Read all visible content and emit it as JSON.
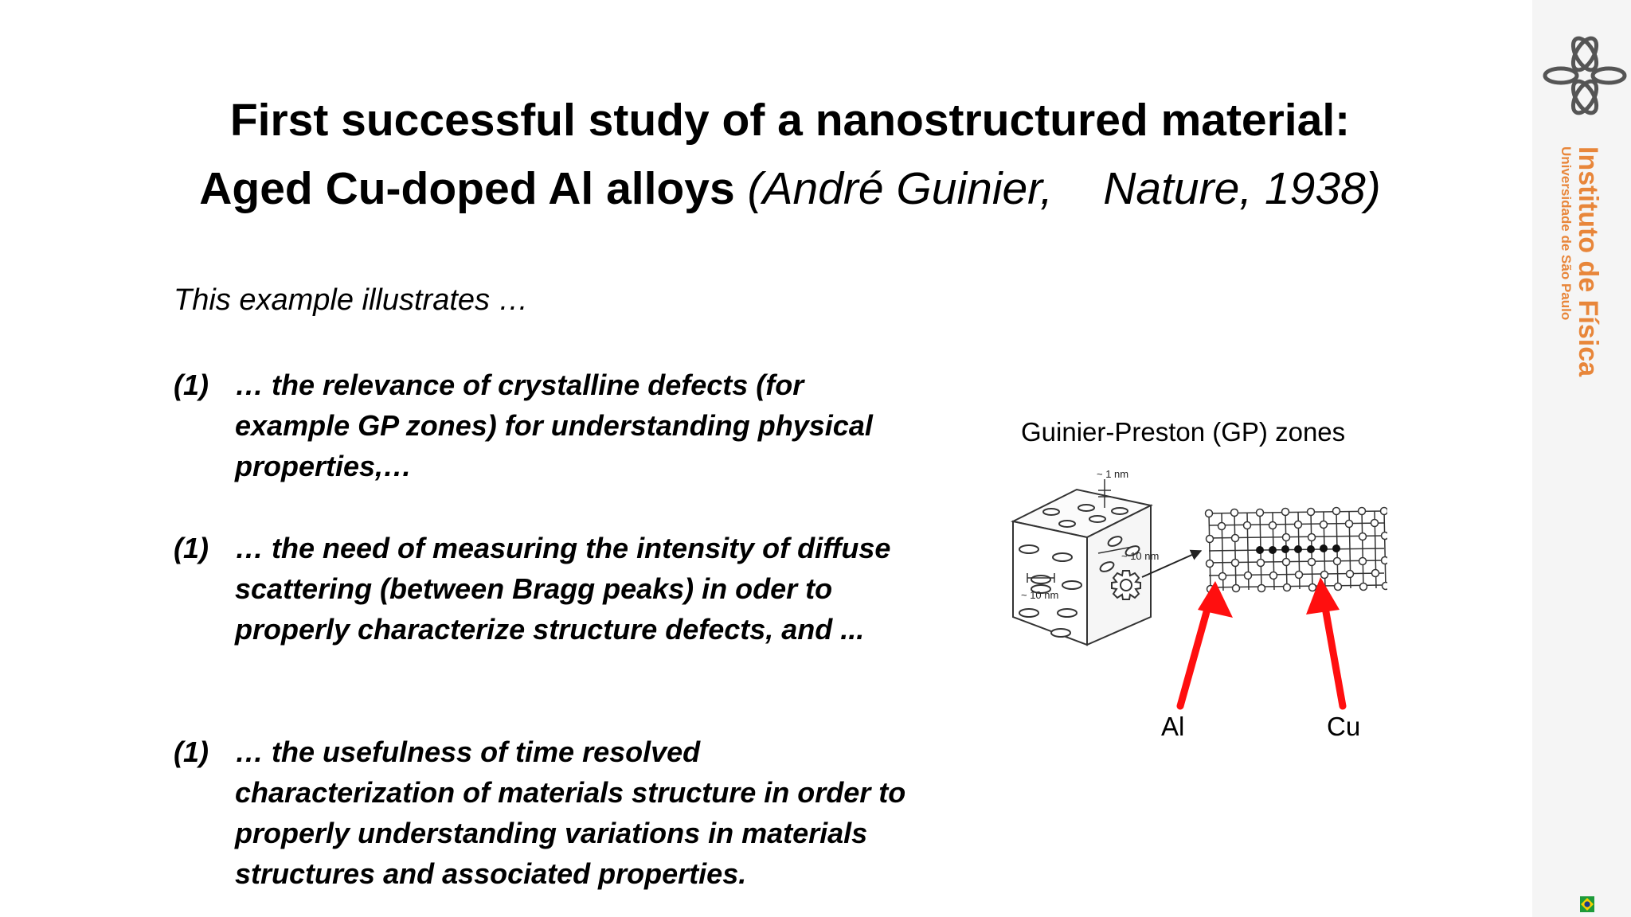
{
  "title": {
    "line1": "First successful study of a nanostructured material:",
    "line2_bold": "Aged Cu-doped Al alloys",
    "line2_cite": " (André Guinier,    Nature, 1938)"
  },
  "intro": "This example illustrates …",
  "items": [
    {
      "num": "(1)",
      "text": "… the relevance of crystalline defects (for example GP zones) for understanding physical properties,…"
    },
    {
      "num": "(1)",
      "text": "… the need of measuring  the intensity of diffuse scattering (between Bragg peaks) in oder to properly characterize structure defects, and ..."
    },
    {
      "num": "(1)",
      "text": "… the usefulness of time resolved characterization of materials structure in order to properly understanding variations in materials structures and associated properties."
    }
  ],
  "figure": {
    "caption": "Guinier-Preston (GP) zones",
    "dim_1nm": "~ 1 nm",
    "dim_10nm_a": "~ 10 nm",
    "dim_10nm_b": "~ 10 nm",
    "label_al": "Al",
    "label_cu": "Cu",
    "arrow_color": "#ff0f0f"
  },
  "institute": {
    "name": "Instituto de Física",
    "subtitle": "Universidade de São Paulo",
    "accent_color": "#e8863a"
  }
}
